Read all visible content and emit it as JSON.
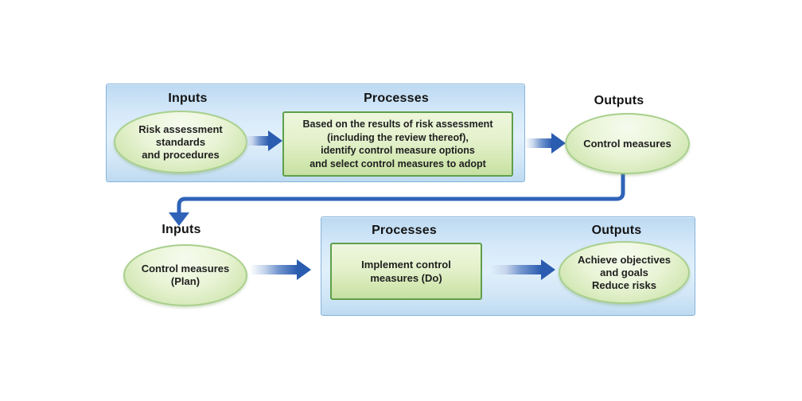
{
  "diagram": {
    "type": "process-flow",
    "row1": {
      "inputs_heading": "Inputs",
      "processes_heading": "Processes",
      "outputs_heading": "Outputs",
      "input_text": "Risk assessment\nstandards\nand procedures",
      "process_text": "Based on the results of risk assessment\n(including the review thereof),\nidentify control measure options\nand select control measures to adopt",
      "output_text": "Control measures"
    },
    "row2": {
      "inputs_heading": "Inputs",
      "processes_heading": "Processes",
      "outputs_heading": "Outputs",
      "input_text": "Control measures\n(Plan)",
      "process_text": "Implement control\nmeasures (Do)",
      "output_text": "Achieve objectives\nand goals\nReduce risks"
    },
    "icons": {
      "flow_arrow": "right-block-arrow",
      "feedback_arrow": "elbow-down-arrow"
    },
    "colors": {
      "arrow_blue": "#2a5cb0",
      "connector_blue": "#2f63b8",
      "panel_fill": "#cfe5f6",
      "panel_border": "#86b4db",
      "ellipse_fill": "#e9f4d6",
      "ellipse_border": "#a8cf8c",
      "box_fill": "#e3f1cb",
      "box_border": "#5f9f4b",
      "text": "#1f1f1f",
      "background": "#ffffff"
    }
  }
}
